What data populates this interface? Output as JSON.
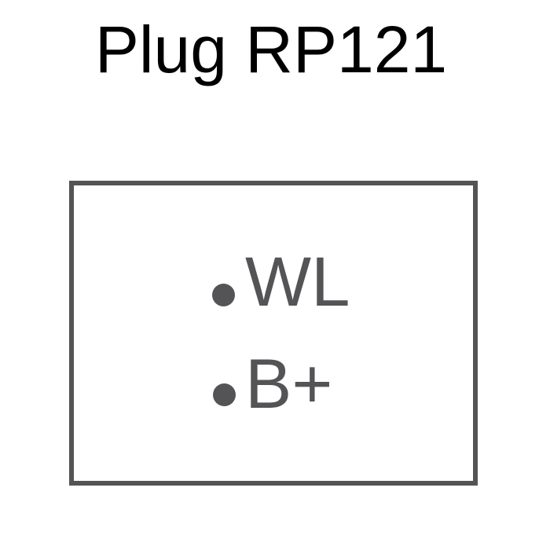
{
  "diagram": {
    "title": "Plug RP121",
    "plug": {
      "pins": [
        {
          "label": "WL",
          "marker": "bullet-dot"
        },
        {
          "label": "B+",
          "marker": "bullet-dot"
        }
      ]
    }
  },
  "colors": {
    "title_text": "#000000",
    "outline": "#545457",
    "pin_text": "#545457",
    "background": "#ffffff"
  }
}
